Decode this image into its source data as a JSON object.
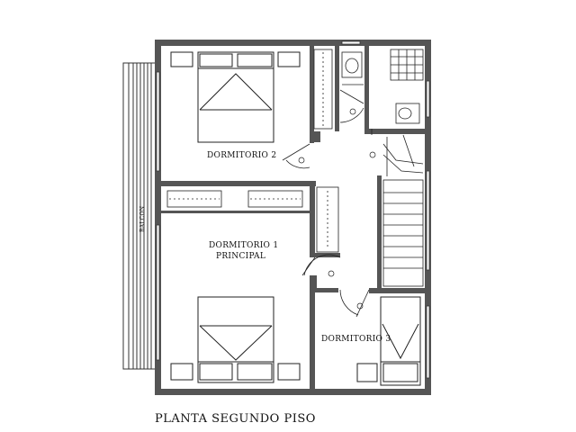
{
  "rooms": {
    "dormitorio_2": "DORMITORIO 2",
    "dormitorio_1_line1": "DORMITORIO 1",
    "dormitorio_1_line2": "PRINCIPAL",
    "dormitorio_3": "DORMITORIO 3",
    "balcon": "BALCON"
  },
  "title": "PLANTA SEGUNDO PISO",
  "colors": {
    "wall": "#555555",
    "line": "#222222",
    "paper": "#ffffff"
  }
}
